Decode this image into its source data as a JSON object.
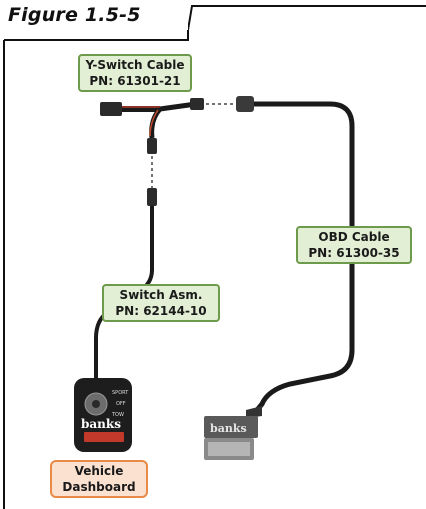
{
  "figure": {
    "title": "Figure 1.5-5"
  },
  "labels": {
    "y_switch": {
      "name": "Y-Switch Cable",
      "pn": "PN: 61301-21"
    },
    "obd": {
      "name": "OBD Cable",
      "pn": "PN: 61300-35"
    },
    "switch_asm": {
      "name": "Switch Asm.",
      "pn": "PN: 62144-10"
    },
    "vehicle": {
      "line1": "Vehicle",
      "line2": "Dashboard"
    }
  },
  "switch_unit": {
    "logo": "banks",
    "positions": [
      "SPORT",
      "OFF",
      "TOW"
    ]
  },
  "obd_connector": {
    "logo": "banks"
  },
  "colors": {
    "label_green": "#e2efd5",
    "label_green_border": "#6d9a4b",
    "label_orange": "#fbe1cf",
    "label_orange_border": "#e98a46"
  }
}
